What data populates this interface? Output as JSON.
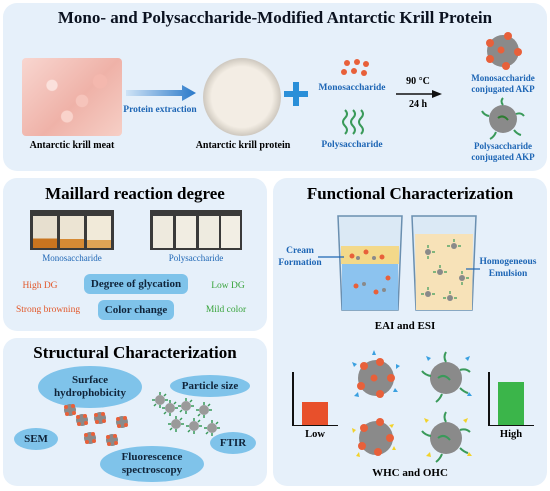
{
  "top": {
    "title": "Mono- and Polysaccharide-Modified Antarctic Krill Protein",
    "krill_meat_label": "Antarctic krill meat",
    "extraction_label": "Protein extraction",
    "protein_label": "Antarctic krill protein",
    "monosaccharide_label": "Monosaccharide",
    "polysaccharide_label": "Polysaccharide",
    "temperature": "90 °C",
    "time": "24 h",
    "mono_product_line1": "Monosaccharide",
    "mono_product_line2": "conjugated AKP",
    "poly_product_line1": "Polysaccharide",
    "poly_product_line2": "conjugated AKP"
  },
  "maillard": {
    "title": "Maillard reaction degree",
    "mono_label": "Monosaccharide",
    "poly_label": "Polysaccharide",
    "high_dg": "High DG",
    "low_dg": "Low DG",
    "strong_browning": "Strong browning",
    "mild_color": "Mild color",
    "degree_of_glycation": "Degree of glycation",
    "color_change": "Color change"
  },
  "structural": {
    "title": "Structural Characterization",
    "surface_line1": "Surface",
    "surface_line2": "hydrophobicity",
    "particle_size": "Particle size",
    "sem": "SEM",
    "ftir": "FTIR",
    "fluor_line1": "Fluorescence",
    "fluor_line2": "spectroscopy"
  },
  "functional": {
    "title": "Functional Characterization",
    "cream_line1": "Cream",
    "cream_line2": "Formation",
    "homog_line1": "Homogeneous",
    "homog_line2": "Emulsion",
    "eai_esi": "EAI and ESI",
    "low": "Low",
    "high": "High",
    "whc_ohc": "WHC and OHC",
    "low_bar_level": 0.45,
    "high_bar_level": 0.85
  },
  "colors": {
    "panel_bg": "#e6f0fa",
    "accent_blue": "#2a79c9",
    "pill_blue": "#7fc3ea",
    "red_text": "#e2582a",
    "green_text": "#37a33a",
    "low_bar": "#e8502b",
    "high_bar": "#3bb54a",
    "mono_dot": "#e8603a",
    "poly_chain": "#3a9a5a"
  }
}
